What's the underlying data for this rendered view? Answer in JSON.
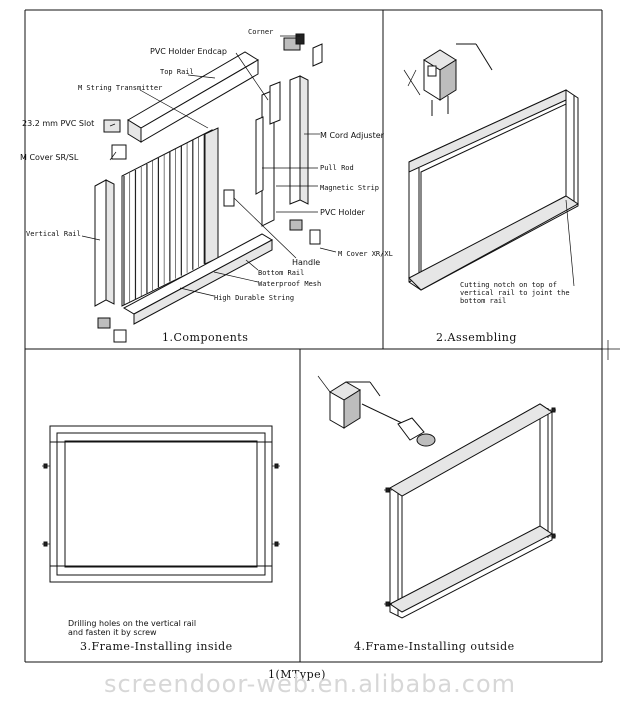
{
  "panels": {
    "p1": {
      "caption": "1.Components",
      "labels": {
        "corner": "Corner",
        "pvc_holder_endcap": "PVC Holder Endcap",
        "top_rail": "Top Rail",
        "m_string_transmitter": "M String Transmitter",
        "pvc_slot": "23.2 mm PVC Slot",
        "m_cover_sr_sl": "M Cover SR/SL",
        "m_cord_adjuster": "M Cord Adjuster",
        "pull_rod": "Pull Rod",
        "magnetic_strip": "Magnetic Strip",
        "pvc_holder": "PVC Holder",
        "vertical_rail": "Vertical Rail",
        "handle": "Handle",
        "m_cover_xr_xl": "M Cover XR/XL",
        "bottom_rail": "Bottom Rail",
        "waterproof_mesh": "Waterproof Mesh",
        "high_durable_string": "High Durable String"
      }
    },
    "p2": {
      "caption": "2.Assembling",
      "note": [
        "Cutting notch on top of",
        "vertical rail to joint the",
        "bottom rail"
      ]
    },
    "p3": {
      "caption": "3.Frame-Installing inside",
      "note": [
        "Drilling holes on the vertical rail",
        "and fasten it by screw"
      ]
    },
    "p4": {
      "caption": "4.Frame-Installing outside"
    }
  },
  "footer": {
    "title": "1(MType)"
  },
  "watermark": "screendoor-web.en.alibaba.com"
}
